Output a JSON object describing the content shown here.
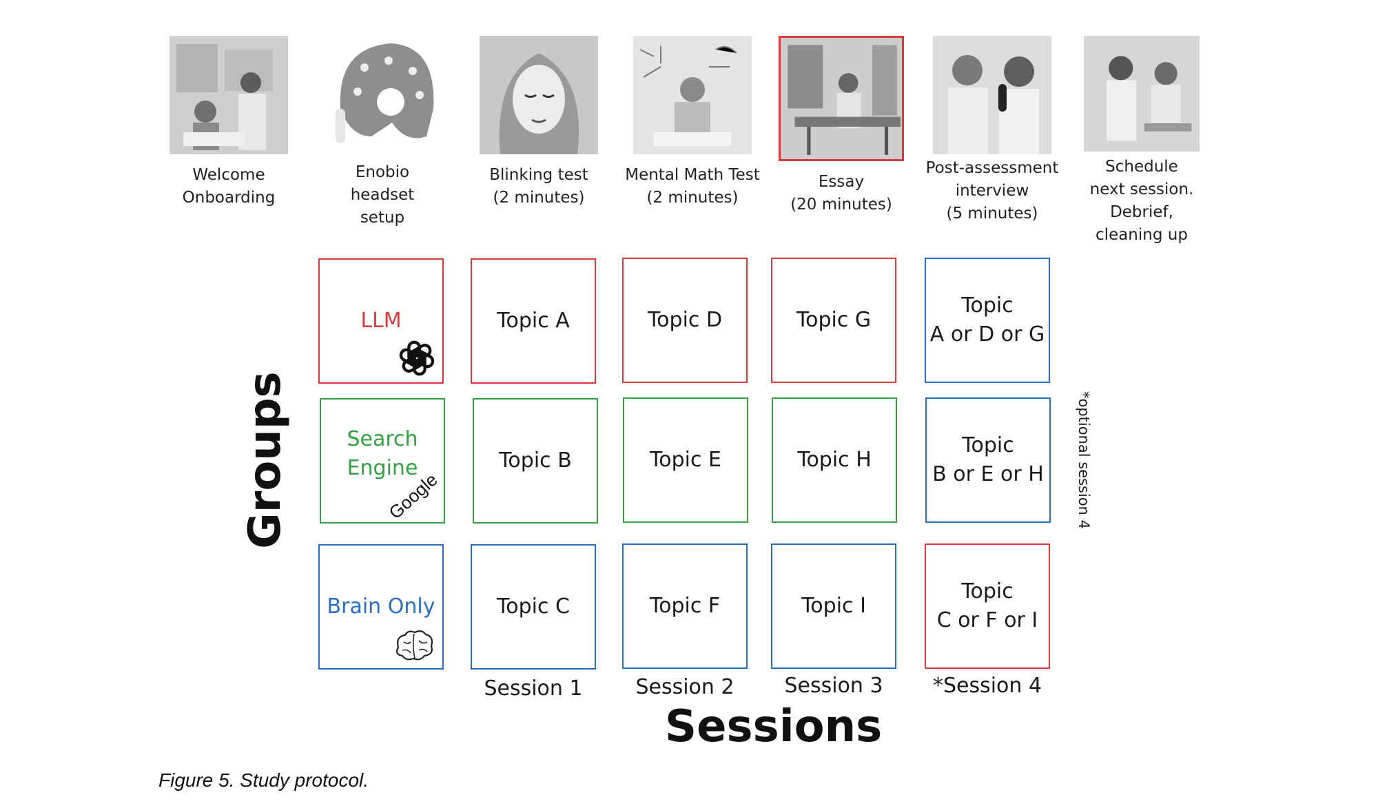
{
  "steps": [
    {
      "icon": "onboarding-illustration",
      "caption": "Welcome\nOnboarding"
    },
    {
      "icon": "eeg-headset-illustration",
      "caption": "Enobio\nheadset\nsetup"
    },
    {
      "icon": "blinking-face-illustration",
      "caption": "Blinking test\n(2 minutes)"
    },
    {
      "icon": "math-test-illustration",
      "caption": "Mental Math Test\n(2 minutes)"
    },
    {
      "icon": "essay-writing-illustration",
      "caption": "Essay\n(20 minutes)",
      "highlight": true
    },
    {
      "icon": "interview-illustration",
      "caption": "Post-assessment\ninterview\n(5 minutes)"
    },
    {
      "icon": "debrief-illustration",
      "caption": "Schedule\nnext session.\nDebrief,\ncleaning up"
    }
  ],
  "groups": [
    {
      "label": "LLM",
      "color": "#d63a3a",
      "icon": "openai-logo-icon"
    },
    {
      "label": "Search\nEngine",
      "color": "#35a046",
      "icon": "google-logo-icon",
      "icon_text": "Google"
    },
    {
      "label": "Brain Only",
      "color": "#2a6fbf",
      "icon": "brain-icon"
    }
  ],
  "topics": [
    [
      "Topic A",
      "Topic D",
      "Topic G",
      "Topic\nA or D or G"
    ],
    [
      "Topic B",
      "Topic E",
      "Topic H",
      "Topic\nB or E or H"
    ],
    [
      "Topic C",
      "Topic F",
      "Topic I",
      "Topic\nC or F or I"
    ]
  ],
  "sessions": [
    "Session 1",
    "Session 2",
    "Session 3",
    "*Session 4"
  ],
  "axis": {
    "groups": "Groups",
    "sessions": "Sessions"
  },
  "optional_note": "*optional session 4",
  "caption": "Figure 5. Study protocol.",
  "colors": {
    "llm": "#d63a3a",
    "search": "#35a046",
    "brain": "#2a6fbf"
  }
}
